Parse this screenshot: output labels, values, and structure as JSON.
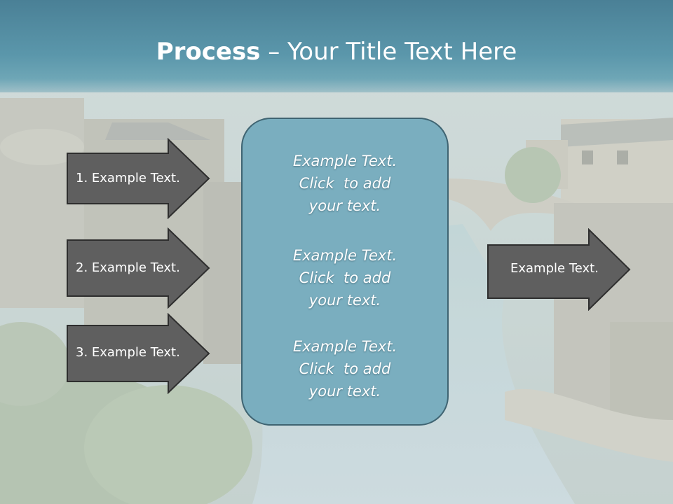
{
  "title": {
    "bold": "Process",
    "rest": " – Your Title Text Here"
  },
  "left_steps": [
    {
      "label": "1. Example Text."
    },
    {
      "label": "2. Example Text."
    },
    {
      "label": "3. Example Text."
    }
  ],
  "center": {
    "blocks": [
      {
        "lines": [
          "Example Text.",
          "Click  to add",
          "your text."
        ]
      },
      {
        "lines": [
          "Example Text.",
          "Click  to add",
          "your text."
        ]
      },
      {
        "lines": [
          "Example Text.",
          "Click  to add",
          "your text."
        ]
      }
    ]
  },
  "right_step": {
    "label": "Example Text."
  },
  "colors": {
    "banner": "#5b97ab",
    "arrow_fill": "#5f5f5f",
    "arrow_stroke": "#2e2e2e",
    "center_fill": "#7aaebf",
    "center_stroke": "#3f6472"
  }
}
